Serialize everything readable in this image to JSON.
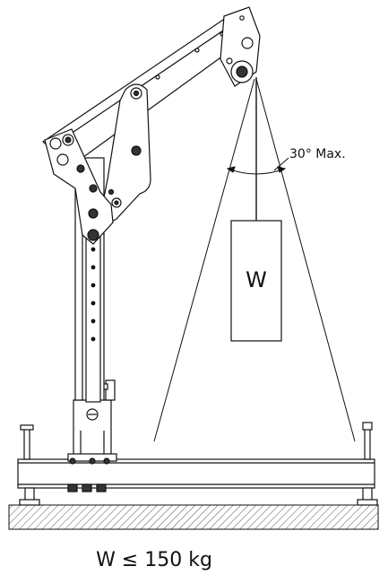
{
  "diagram": {
    "angle_label": "30° Max.",
    "weight_box_label": "W",
    "capacity_label": "W ≤ 150 kg",
    "line_color": "#111111",
    "ground_hatch_color": "#555555"
  }
}
